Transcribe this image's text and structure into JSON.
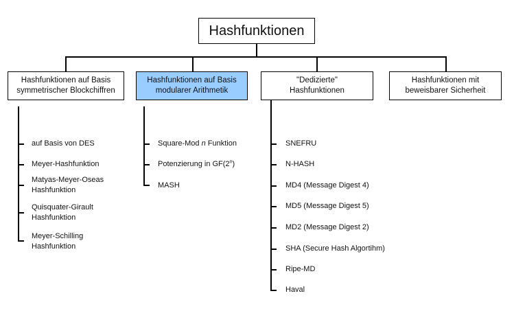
{
  "root": "Hashfunktionen",
  "categories": [
    {
      "line1": "Hashfunktionen auf Basis",
      "line2": "symmetrischer Blockchiffren"
    },
    {
      "line1": "Hashfunktionen auf Basis",
      "line2": "modularer Arithmetik"
    },
    {
      "line1": "\"Dedizierte\"",
      "line2": "Hashfunktionen"
    },
    {
      "line1": "Hashfunktionen mit",
      "line2": "beweisbarer Sicherheit"
    }
  ],
  "block_items": [
    {
      "line1": "auf Basis von DES"
    },
    {
      "line1": "Meyer-Hashfunktion"
    },
    {
      "line1": "Matyas-Meyer-Oseas",
      "line2": "Hashfunktion"
    },
    {
      "line1": "Quisquater-Girault",
      "line2": "Hashfunktion"
    },
    {
      "line1": "Meyer-Schilling",
      "line2": "Hashfunktion"
    }
  ],
  "modular_items": {
    "square_prefix": "Square-Mod ",
    "square_var": "n",
    "square_suffix": " Funktion",
    "potenz_prefix": "Potenzierung in GF(2",
    "potenz_sup": "n",
    "potenz_suffix": ")",
    "mash": "MASH"
  },
  "dedicated_items": [
    "SNEFRU",
    "N-HASH",
    "MD4 (Message Digest 4)",
    "MD5 (Message Digest 5)",
    "MD2 (Message Digest 2)",
    "SHA (Secure Hash Algortihm)",
    "Ripe-MD",
    "Haval"
  ],
  "colors": {
    "highlight": "#99ccff",
    "lines": "#000000"
  }
}
